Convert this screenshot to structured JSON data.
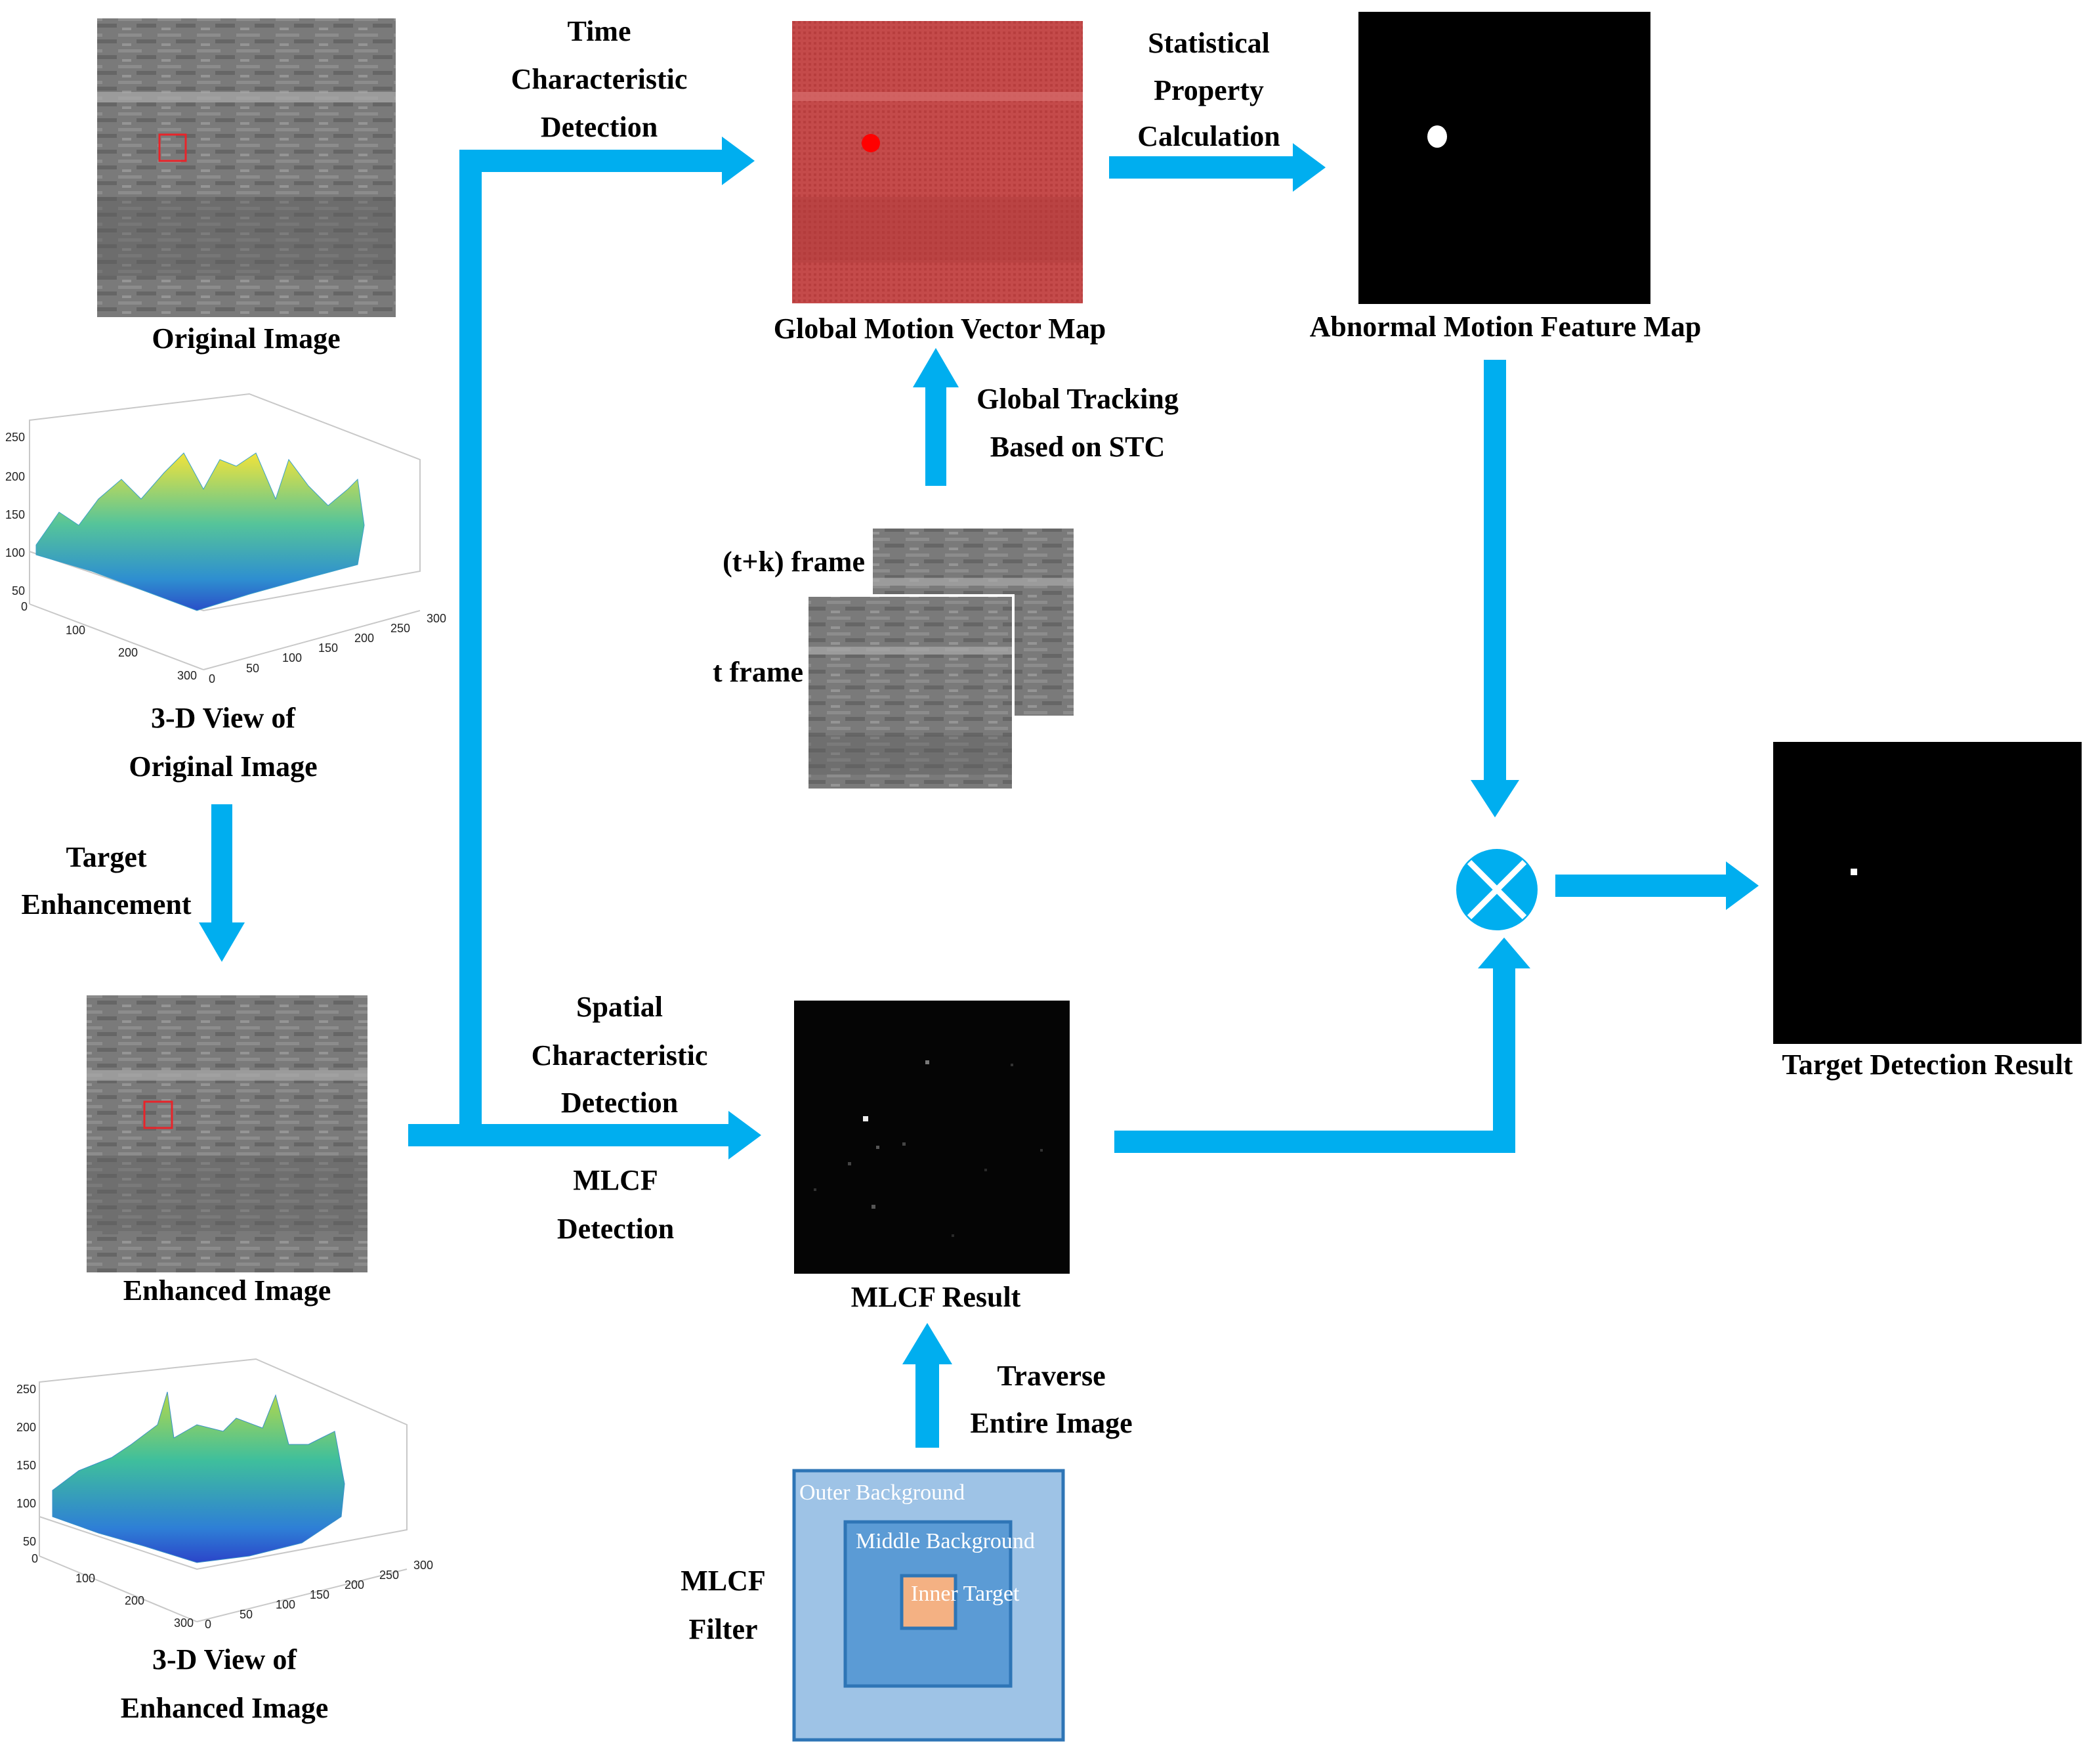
{
  "colors": {
    "arrow": "#00AEEF",
    "target_box": "#E8242A",
    "motion_map": "#C44A4A",
    "filter_outer": "#9EC3E6",
    "filter_middle": "#5B9BD5",
    "filter_inner": "#F4B183",
    "filter_border": "#2E75B6"
  },
  "labels": {
    "original_image": "Original Image",
    "view3d_original": [
      "3-D View of",
      "Original Image"
    ],
    "target_enhancement": [
      "Target",
      "Enhancement"
    ],
    "enhanced_image": "Enhanced Image",
    "view3d_enhanced": [
      "3-D View of",
      "Enhanced Image"
    ],
    "time_detection": [
      "Time",
      "Characteristic",
      "Detection"
    ],
    "spatial_detection": [
      "Spatial",
      "Characteristic",
      "Detection"
    ],
    "mlcf_detection": [
      "MLCF",
      "Detection"
    ],
    "global_motion_map": "Global Motion Vector Map",
    "global_tracking": [
      "Global Tracking",
      "Based on STC"
    ],
    "tk_frame": "(t+k) frame",
    "t_frame": "t frame",
    "statistical_calc": [
      "Statistical",
      "Property",
      "Calculation"
    ],
    "abnormal_map": "Abnormal Motion Feature Map",
    "mlcf_result": "MLCF Result",
    "traverse": [
      "Traverse",
      "Entire Image"
    ],
    "mlcf_filter": [
      "MLCF",
      "Filter"
    ],
    "filter_outer": "Outer Background",
    "filter_middle": "Middle Background",
    "filter_inner": "Inner Target",
    "target_result": "Target Detection Result"
  },
  "surface_plot_original": {
    "z_ticks": [
      "250",
      "200",
      "150",
      "100",
      "50"
    ],
    "x_ticks": [
      "0",
      "100",
      "200",
      "300"
    ],
    "y_ticks": [
      "0",
      "50",
      "100",
      "150",
      "200",
      "250",
      "300"
    ]
  },
  "surface_plot_enhanced": {
    "z_ticks": [
      "250",
      "200",
      "150",
      "100",
      "50"
    ],
    "x_ticks": [
      "0",
      "100",
      "200",
      "300"
    ],
    "y_ticks": [
      "0",
      "50",
      "100",
      "150",
      "200",
      "250",
      "300"
    ]
  }
}
